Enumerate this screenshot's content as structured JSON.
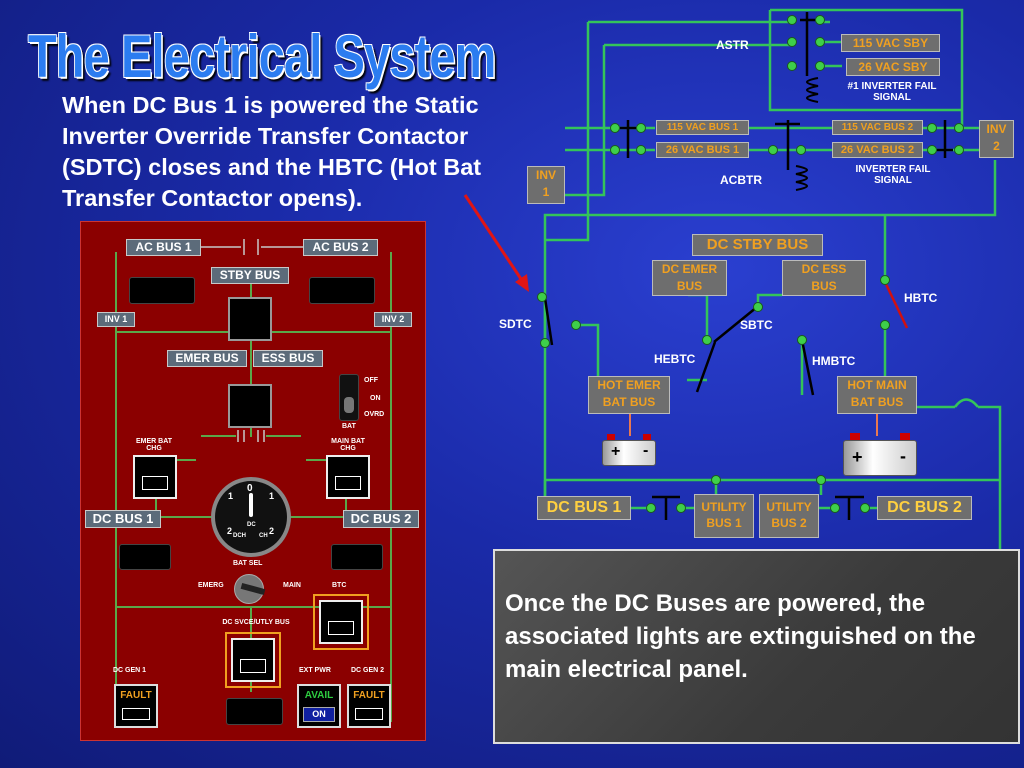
{
  "title": "The Electrical System",
  "intro": "When DC Bus 1 is powered the Static Inverter Override Transfer Contactor (SDTC) closes and the HBTC (Hot Bat Transfer Contactor opens).",
  "note": "Once the DC Buses are powered, the associated lights are extinguished on the main electrical panel.",
  "panel": {
    "ac_bus_1": "AC BUS 1",
    "ac_bus_2": "AC BUS 2",
    "stby_bus": "STBY BUS",
    "inv_1": "INV 1",
    "inv_2": "INV 2",
    "emer_bus": "EMER BUS",
    "ess_bus": "ESS BUS",
    "bat_off": "OFF",
    "bat_on": "ON",
    "bat_ovrd": "OVRD",
    "bat": "BAT",
    "emer_bat_chg_1": "EMER  BAT",
    "emer_bat_chg_2": "CHG",
    "main_bat_chg_1": "MAIN  BAT",
    "main_bat_chg_2": "CHG",
    "dc_bus_1": "DC BUS 1",
    "dc_bus_2": "DC BUS 2",
    "gauge_0": "0",
    "gauge_1l": "1",
    "gauge_1r": "1",
    "gauge_2l": "2",
    "gauge_2r": "2",
    "gauge_dc": "DC",
    "gauge_dch": "DCH",
    "gauge_ch": "CH",
    "bat_sel": "BAT  SEL",
    "emerg": "EMERG",
    "main": "MAIN",
    "btc": "BTC",
    "dc_svce": "DC SVCE/UTLY  BUS",
    "dc_gen_1": "DC GEN 1",
    "ext_pwr": "EXT PWR",
    "dc_gen_2": "DC GEN 2",
    "fault_1": "FAULT",
    "fault_2": "FAULT",
    "avail": "AVAIL",
    "on": "ON"
  },
  "schematic": {
    "astr": "ASTR",
    "vac115_sby": "115 VAC SBY",
    "vac26_sby": "26 VAC SBY",
    "inv1_fail_1": "#1 INVERTER FAIL",
    "inv1_fail_2": "SIGNAL",
    "vac115_bus1": "115 VAC BUS 1",
    "vac26_bus1": "26 VAC BUS 1",
    "vac115_bus2": "115 VAC BUS 2",
    "vac26_bus2": "26 VAC BUS 2",
    "inv2_a": "INV",
    "inv2_b": "2",
    "inv1_a": "INV",
    "inv1_b": "1",
    "acbtr": "ACBTR",
    "inv_fail_1": "INVERTER FAIL",
    "inv_fail_2": "SIGNAL",
    "dc_stby_bus": "DC STBY BUS",
    "dc_emer_1": "DC EMER",
    "dc_emer_2": "BUS",
    "dc_ess_1": "DC ESS",
    "dc_ess_2": "BUS",
    "hbtc": "HBTC",
    "sdtc": "SDTC",
    "sbtc": "SBTC",
    "hebtc": "HEBTC",
    "hmbtc": "HMBTC",
    "hot_emer_1": "HOT EMER",
    "hot_emer_2": "BAT BUS",
    "hot_main_1": "HOT MAIN",
    "hot_main_2": "BAT BUS",
    "bat_plus_1": "+",
    "bat_minus_1": "-",
    "bat_plus_2": "+",
    "bat_minus_2": "-",
    "dc_bus_1": "DC BUS 1",
    "dc_bus_2": "DC BUS 2",
    "utility_1a": "UTILITY",
    "utility_1b": "BUS 1",
    "utility_2a": "UTILITY",
    "utility_2b": "BUS 2"
  },
  "colors": {
    "wire": "#34c45a",
    "node": "#3ecf4a",
    "panel_red": "#8b0000",
    "label_orange": "#f0a020",
    "hbtc_red": "#d01010"
  }
}
